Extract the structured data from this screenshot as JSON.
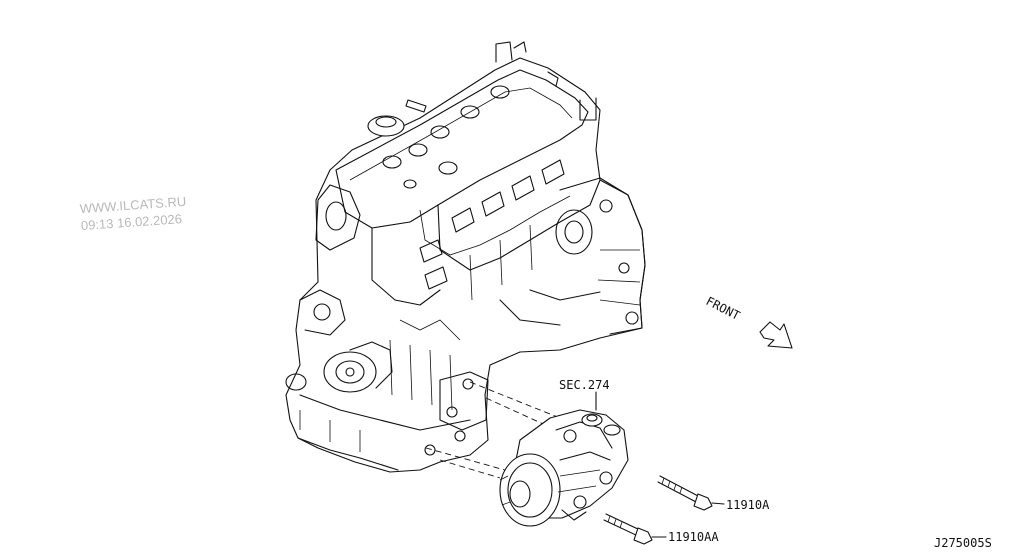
{
  "watermark": {
    "line1": "WWW.ILCATS.RU",
    "line2": "09:13 16.02.2026"
  },
  "labels": {
    "section_ref": "SEC.274",
    "front": "FRONT",
    "bolt_upper": "11910A",
    "bolt_lower": "11910AA",
    "diagram_code": "J275005S"
  }
}
